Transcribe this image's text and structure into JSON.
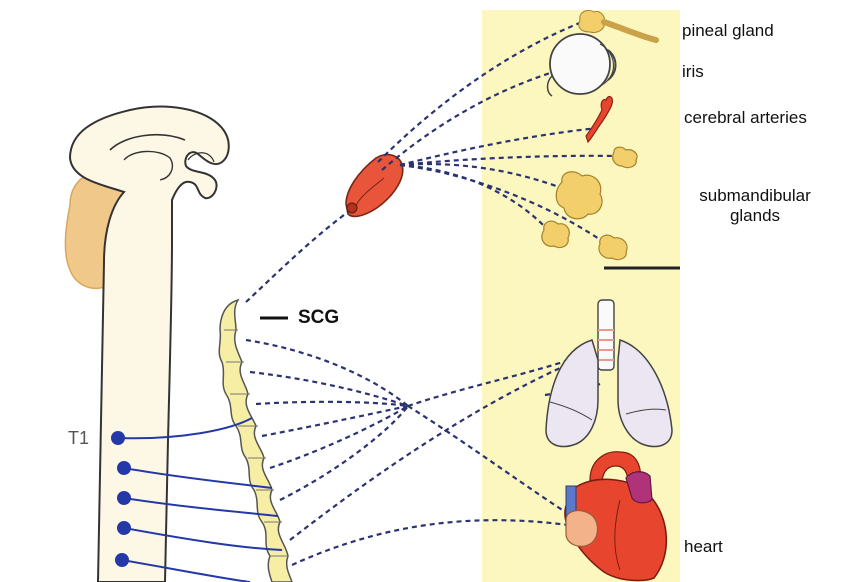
{
  "labels": {
    "pineal_gland": "pineal gland",
    "iris": "iris",
    "cerebral_arteries": "cerebral arteries",
    "submandibular_line1": "submandibular",
    "submandibular_line2": "glands",
    "scg": "SCG",
    "t1": "T1",
    "heart": "heart"
  },
  "colors": {
    "panel": "#fbf7bf",
    "cord": "#fdf8e6",
    "cord_outline": "#333333",
    "cerebellum": "#f0c88a",
    "ganglion_chain": "#f7eea6",
    "ganglion_red": "#e8553a",
    "preganglionic": "#2438a8",
    "postganglionic": "#2b3470",
    "gland": "#f2cf6a",
    "lung": "#ece6f2",
    "heart_red": "#e8452f",
    "heart_purple": "#b0337a",
    "heart_peach": "#f4b28a"
  }
}
